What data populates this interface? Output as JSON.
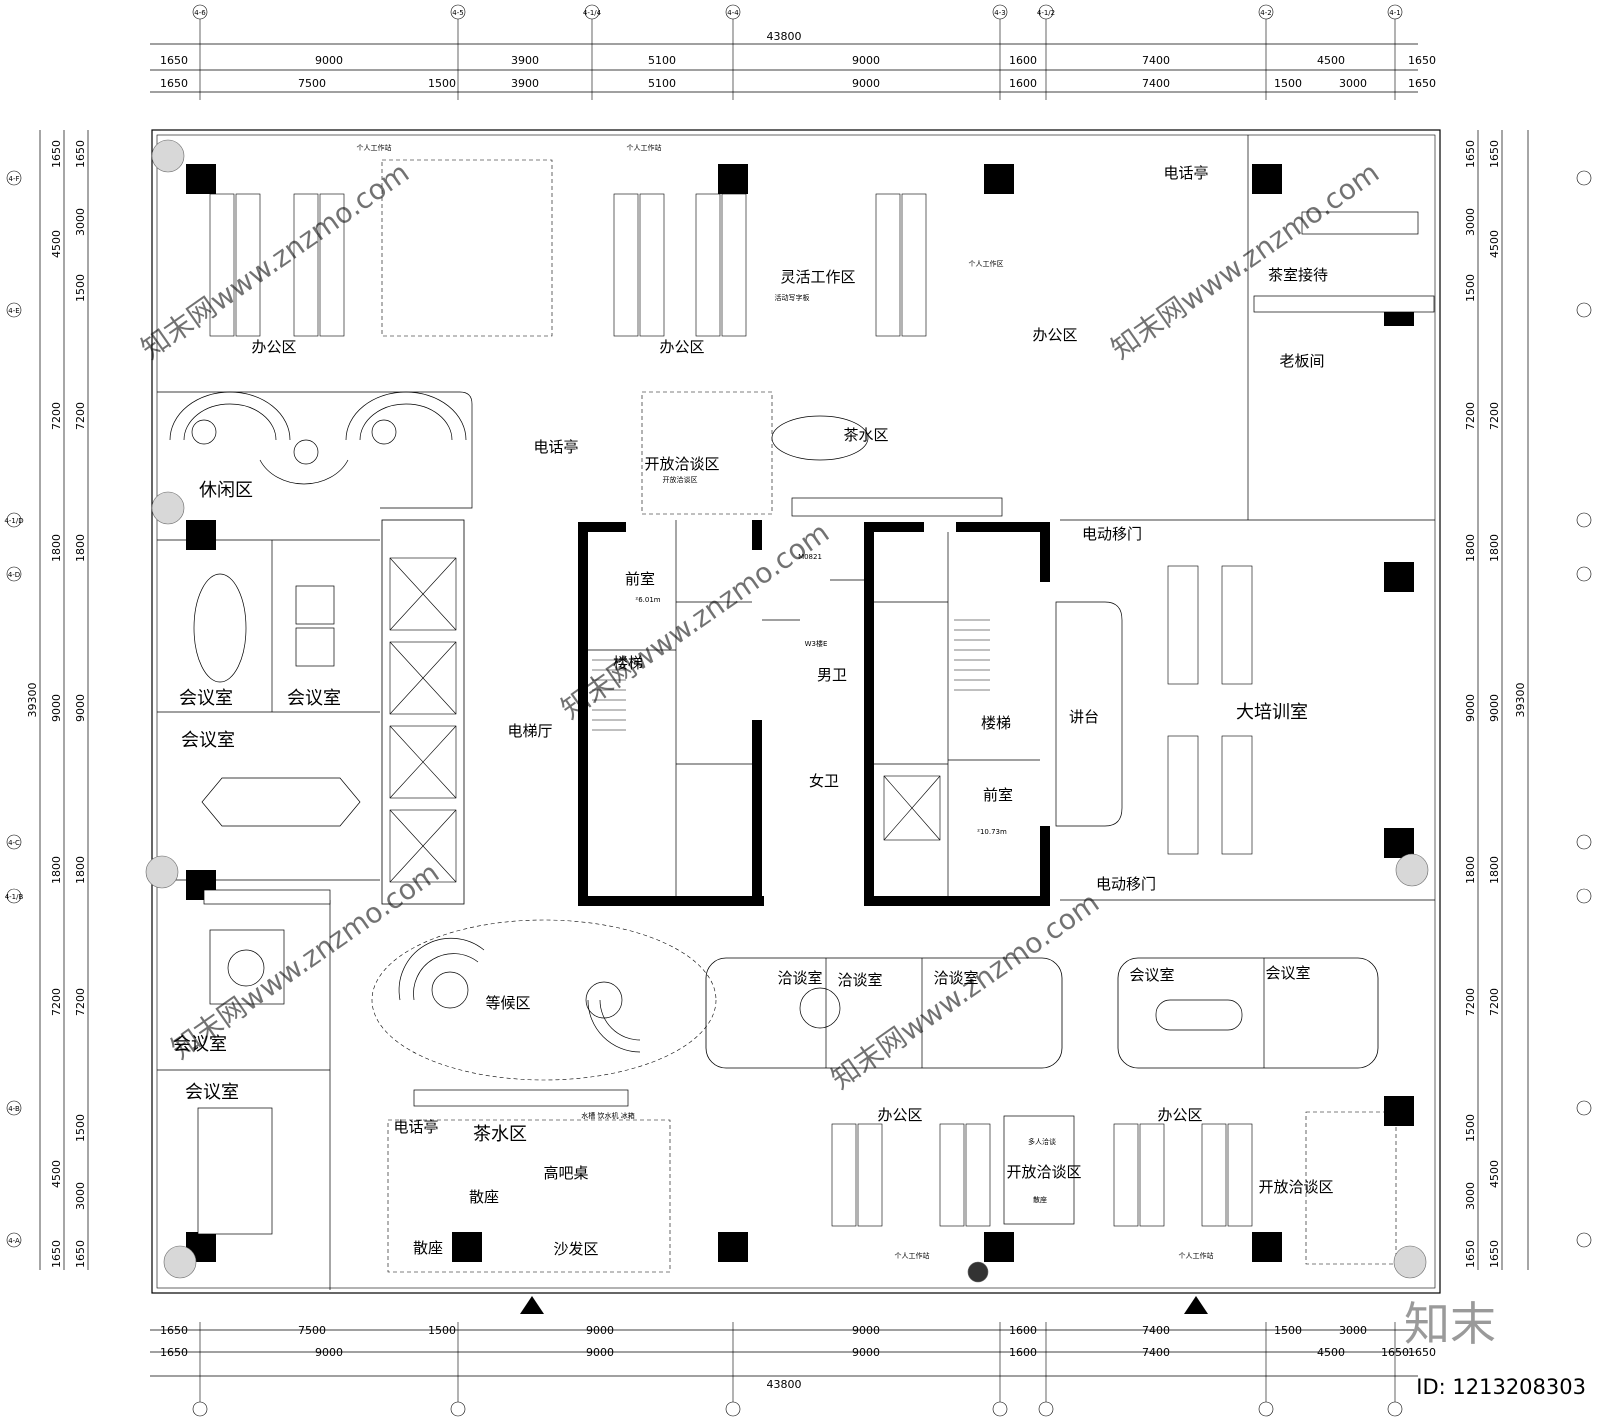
{
  "dims": {
    "total": "43800",
    "top_row1": [
      "1650",
      "9000",
      "3900",
      "5100",
      "9000",
      "1600",
      "7400",
      "4500",
      "1650"
    ],
    "top_row2": [
      "1650",
      "7500",
      "1500",
      "3900",
      "5100",
      "9000",
      "1600",
      "7400",
      "1500",
      "3000",
      "1650"
    ],
    "bottom_row1": [
      "1650",
      "7500",
      "1500",
      "9000",
      "9000",
      "1600",
      "7400",
      "1500",
      "3000",
      "1650"
    ],
    "bottom_row2": [
      "1650",
      "9000",
      "9000",
      "9000",
      "1600",
      "7400",
      "4500",
      "1650"
    ],
    "side_total": "39300",
    "left_outer": [
      "1650",
      "4500",
      "7200",
      "1800",
      "9000",
      "1800",
      "7200",
      "4500",
      "1650"
    ],
    "left_inner": [
      "1650",
      "3000",
      "1500",
      "7200",
      "1800",
      "9000",
      "1800",
      "7200",
      "1500",
      "3000",
      "1650"
    ]
  },
  "axes": {
    "top": [
      "4-6",
      "4-5",
      "4-1/4",
      "4-4",
      "4-3",
      "4-1/2",
      "4-2",
      "4-1"
    ],
    "side": [
      "4-F",
      "4-E",
      "4-1/D",
      "4-D",
      "4-C",
      "4-1/B",
      "4-B",
      "4-A"
    ]
  },
  "rooms": {
    "office_a": "办公区",
    "office_b": "办公区",
    "office_c": "办公区",
    "office_d": "办公区",
    "office_e": "办公区",
    "flex": "灵活工作区",
    "phone_top": "电话亭",
    "phone_mid": "电话亭",
    "phone_bottom": "电话亭",
    "tea_reception": "茶室接待",
    "boss": "老板间",
    "leisure": "休闲区",
    "open_talk_top": "开放洽谈区",
    "open_talk_mid": "开放洽谈区",
    "open_talk_right": "开放洽谈区",
    "tea_top": "茶水区",
    "tea_bottom": "茶水区",
    "meet_1": "会议室",
    "meet_2": "会议室",
    "meet_3": "会议室",
    "meet_4": "会议室",
    "meet_5": "会议室",
    "meet_6": "会议室",
    "meet_7": "会议室",
    "lobby": "电梯厅",
    "front_room_l": "前室",
    "front_room_r": "前室",
    "stairs_l": "楼梯",
    "stairs_r": "楼梯",
    "men": "男卫",
    "women": "女卫",
    "podium": "讲台",
    "training": "大培训室",
    "sliding_door_1": "电动移门",
    "sliding_door_2": "电动移门",
    "waiting": "等候区",
    "talk_1": "洽谈室",
    "talk_2": "洽谈室",
    "talk_3": "洽谈室",
    "high_bar": "高吧桌",
    "loose_1": "散座",
    "loose_2": "散座",
    "sofa": "沙发区"
  },
  "small_labels": {
    "personal_ws_1": "个人工作站",
    "personal_ws_2": "个人工作站",
    "personal_ws_3": "个人工作区",
    "personal_ws_4": "个人工作站",
    "personal_ws_5": "个人工作站",
    "whiteboard": "活动写字板",
    "open_talk_small": "开放洽谈区",
    "multi_talk": "多人洽谈",
    "loose_small": "散座",
    "wc_code": "W3楼E",
    "door_code": "M0821",
    "water": "水槽  饮水机 冰箱"
  },
  "areas": {
    "front_l": "²6.01m",
    "front_r": "²10.73m"
  },
  "brand": {
    "logo": "知末",
    "id": "ID: 1213208303",
    "watermark": "知末网www.znzmo.com"
  }
}
